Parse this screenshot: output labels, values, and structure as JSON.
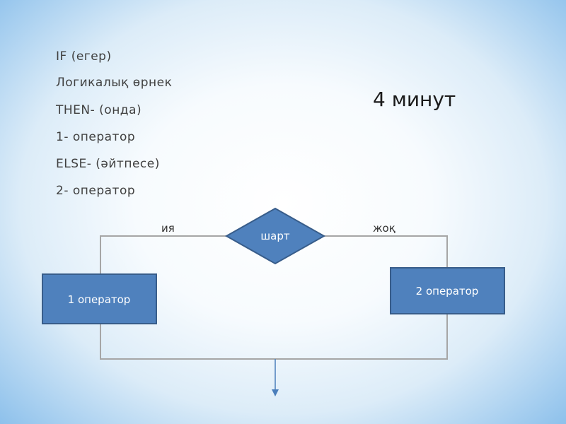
{
  "syntax": {
    "lines": [
      "IF (егер)",
      "Логикалық өрнек",
      "THEN- (онда)",
      "1- оператор",
      "ELSE- (әйтпесе)",
      "2- оператор"
    ]
  },
  "timer_label": "4 минут",
  "flowchart": {
    "condition_label": "шарт",
    "yes_label": "ия",
    "no_label": "жоқ",
    "left_box_label": "1 оператор",
    "right_box_label": "2 оператор"
  },
  "colors": {
    "box_fill": "#4f81bd",
    "box_stroke": "#385d8a",
    "connector": "#a6a6a6",
    "arrow": "#4a7ebb"
  }
}
